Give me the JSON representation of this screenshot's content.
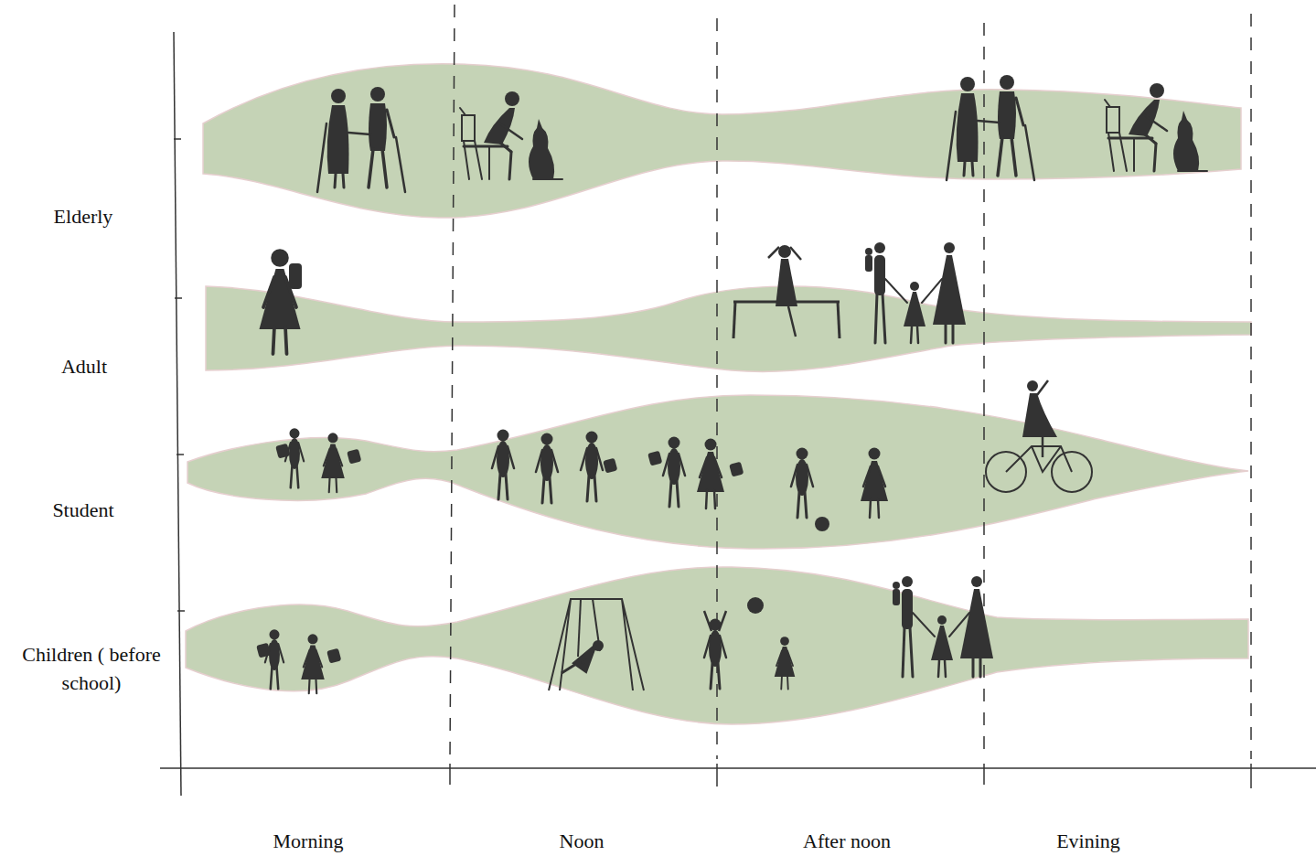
{
  "diagram": {
    "labels": [
      "Elderly",
      "Adult",
      "Student",
      "Children ( before school)",
      "Morning",
      "Noon",
      "After noon",
      "Evining"
    ]
  }
}
